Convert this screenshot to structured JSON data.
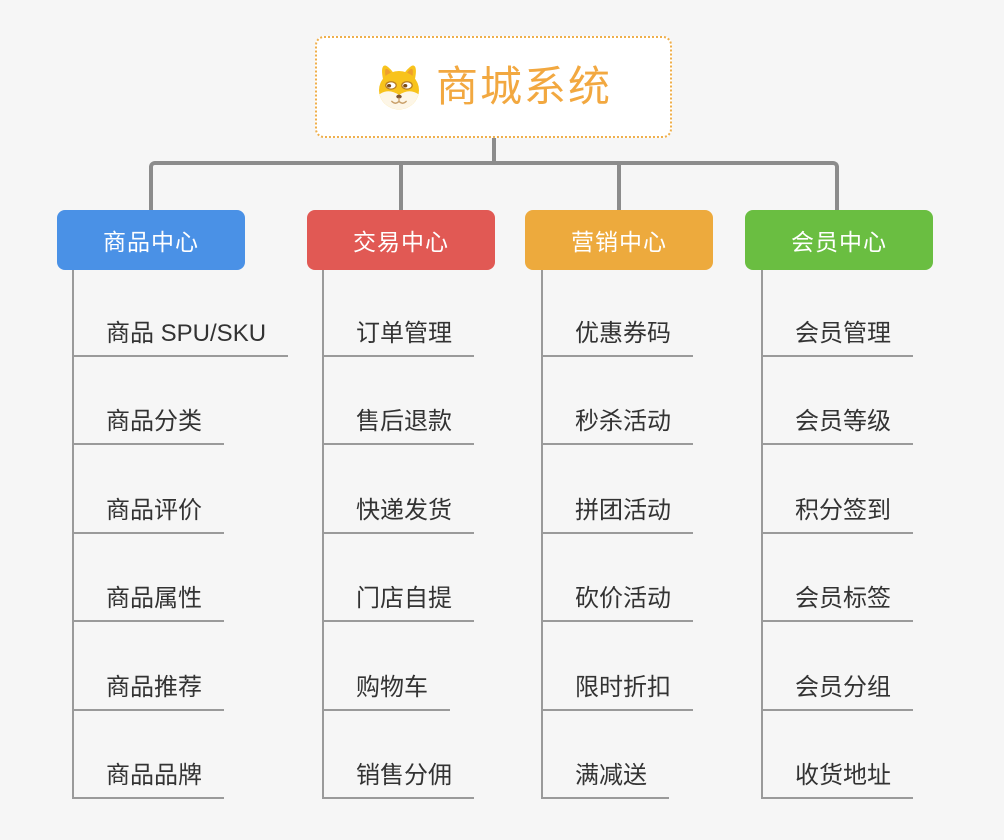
{
  "root": {
    "title": "商城系统",
    "icon": "shiba-dog-icon",
    "title_color": "#f2a840",
    "border_color": "#efaf4b",
    "background": "#ffffff"
  },
  "connector_color": "#8c8c8c",
  "underline_color": "#9a9a9a",
  "child_text_color": "#333333",
  "canvas_background": "#f6f6f6",
  "branches": [
    {
      "label": "商品中心",
      "color": "#4a91e6",
      "children": [
        "商品 SPU/SKU",
        "商品分类",
        "商品评价",
        "商品属性",
        "商品推荐",
        "商品品牌"
      ]
    },
    {
      "label": "交易中心",
      "color": "#e15954",
      "children": [
        "订单管理",
        "售后退款",
        "快递发货",
        "门店自提",
        "购物车",
        "销售分佣"
      ]
    },
    {
      "label": "营销中心",
      "color": "#edaa3d",
      "children": [
        "优惠券码",
        "秒杀活动",
        "拼团活动",
        "砍价活动",
        "限时折扣",
        "满减送"
      ]
    },
    {
      "label": "会员中心",
      "color": "#6abe41",
      "children": [
        "会员管理",
        "会员等级",
        "积分签到",
        "会员标签",
        "会员分组",
        "收货地址"
      ]
    }
  ]
}
